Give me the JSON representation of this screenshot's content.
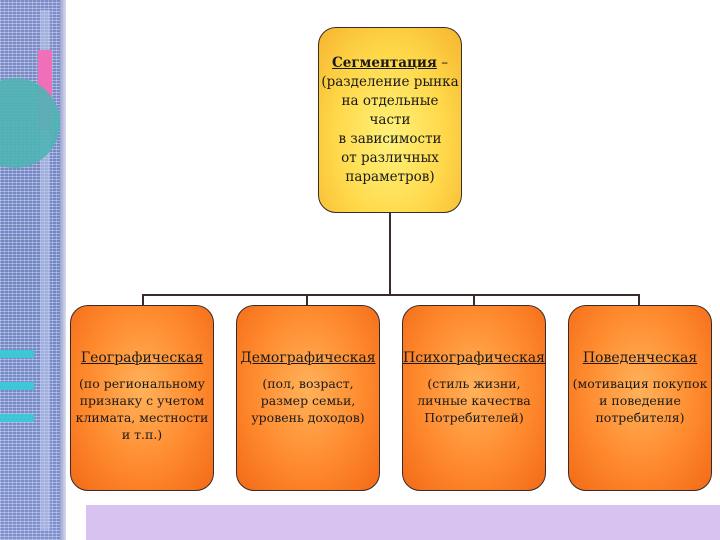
{
  "root": {
    "title": "Сегментация",
    "text": " –\n(разделение рынка\nна отдельные\nчасти\nв зависимости\nот различных\nпараметров)"
  },
  "segments": [
    {
      "title": "Географическая",
      "desc": "(по региональному\nпризнаку с учетом\nклимата, местности\nи т.п.)"
    },
    {
      "title": "Демографическая",
      "desc": "(пол, возраст,\nразмер семьи,\nуровень доходов)"
    },
    {
      "title": "Психографическая",
      "desc": "(стиль жизни,\nличные качества\nПотребителей)"
    },
    {
      "title": "Поведенческая",
      "desc": "(мотивация покупок\nи поведение\nпотребителя)"
    }
  ]
}
